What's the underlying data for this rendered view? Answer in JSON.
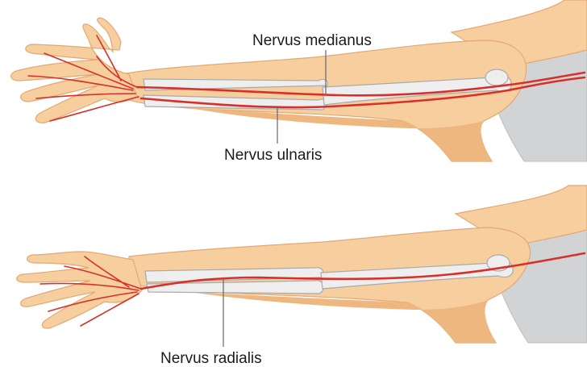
{
  "labels": {
    "median": "Nervus medianus",
    "ulnar": "Nervus ulnaris",
    "radial": "Nervus radialis"
  },
  "colors": {
    "nerve": "#d6302b",
    "skin": "#f7cf9f",
    "bone": "#eeeeee",
    "torso": "#d2d3d4"
  }
}
